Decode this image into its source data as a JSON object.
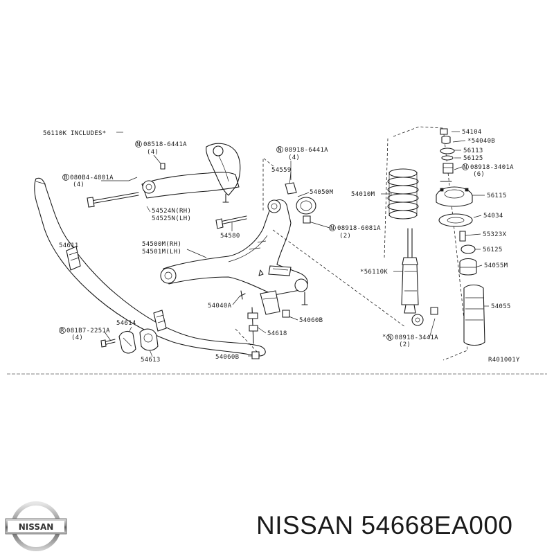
{
  "labels": [
    {
      "key": "inc",
      "text": "56110K INCLUDES*"
    },
    {
      "key": "n1",
      "text": "08518-6441A"
    },
    {
      "key": "n1q",
      "text": "(4)"
    },
    {
      "key": "b1",
      "text": "080B4-4801A"
    },
    {
      "key": "b1q",
      "text": "(4)"
    },
    {
      "key": "p54524",
      "text": "54524N(RH)"
    },
    {
      "key": "p54525",
      "text": "54525N(LH)"
    },
    {
      "key": "n2",
      "text": "08918-6441A"
    },
    {
      "key": "n2q",
      "text": "(4)"
    },
    {
      "key": "p54559",
      "text": "54559"
    },
    {
      "key": "p54050",
      "text": "54050M"
    },
    {
      "key": "p54580",
      "text": "54580"
    },
    {
      "key": "n3",
      "text": "08918-6081A"
    },
    {
      "key": "n3q",
      "text": "(2)"
    },
    {
      "key": "p54611",
      "text": "54611"
    },
    {
      "key": "p54500",
      "text": "54500M(RH)"
    },
    {
      "key": "p54501",
      "text": "54501M(LH)"
    },
    {
      "key": "p54040",
      "text": "54040A"
    },
    {
      "key": "p54060b1",
      "text": "54060B"
    },
    {
      "key": "p54618",
      "text": "54618"
    },
    {
      "key": "p54614",
      "text": "54614"
    },
    {
      "key": "r1",
      "text": "081B7-2251A"
    },
    {
      "key": "r1q",
      "text": "(4)"
    },
    {
      "key": "p54613",
      "text": "54613"
    },
    {
      "key": "p54060b2",
      "text": "54060B"
    },
    {
      "key": "p54010",
      "text": "54010M"
    },
    {
      "key": "p56110",
      "text": "*56110K"
    },
    {
      "key": "n4",
      "text": "08918-3441A"
    },
    {
      "key": "n4q",
      "text": "(2)"
    },
    {
      "key": "p54104",
      "text": "54104"
    },
    {
      "key": "p54040b",
      "text": "*54040B"
    },
    {
      "key": "p56113",
      "text": "56113"
    },
    {
      "key": "p56125a",
      "text": "56125"
    },
    {
      "key": "n5",
      "text": "08918-3401A"
    },
    {
      "key": "n5q",
      "text": "(6)"
    },
    {
      "key": "p56115",
      "text": "56115"
    },
    {
      "key": "p54034",
      "text": "54034"
    },
    {
      "key": "p55323",
      "text": "55323X"
    },
    {
      "key": "p56125b",
      "text": "56125"
    },
    {
      "key": "p54055m",
      "text": "54055M"
    },
    {
      "key": "p54055",
      "text": "54055"
    },
    {
      "key": "ref",
      "text": "R401001Y"
    }
  ],
  "footer": {
    "logo_text": "NISSAN",
    "part_number": "NISSAN 54668EA000"
  }
}
